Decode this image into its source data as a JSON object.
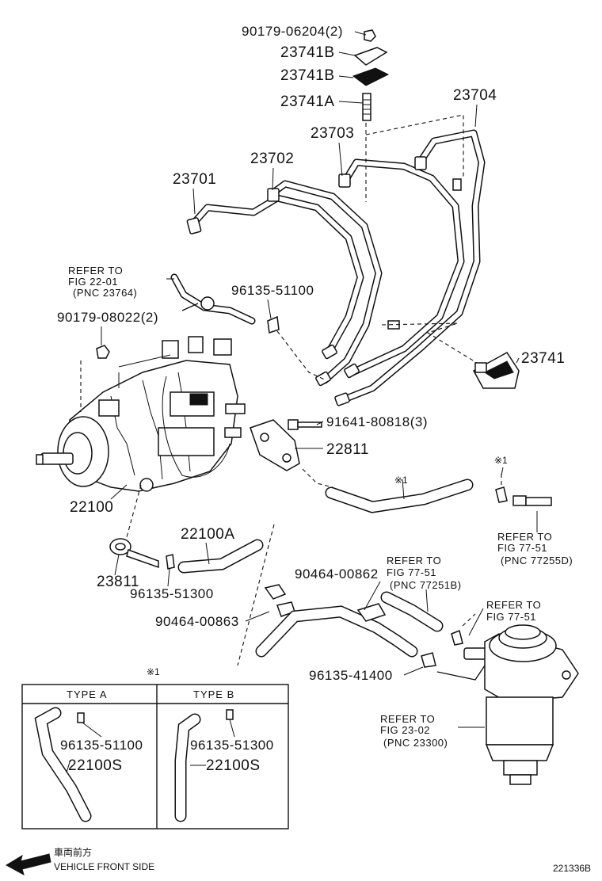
{
  "labels": {
    "p90179_06204": "90179-06204(2)",
    "p23741B_1": "23741B",
    "p23741B_2": "23741B",
    "p23741A": "23741A",
    "p23704": "23704",
    "p23703": "23703",
    "p23702": "23702",
    "p23701": "23701",
    "p96135_51100": "96135-51100",
    "p90179_08022": "90179-08022(2)",
    "p23741": "23741",
    "p91641_80818": "91641-80818(3)",
    "p22811": "22811",
    "p22100": "22100",
    "p22100A": "22100A",
    "p23811": "23811",
    "p96135_51300": "96135-51300",
    "p90464_00862": "90464-00862",
    "p90464_00863": "90464-00863",
    "p96135_41400": "96135-41400",
    "mark1_a": "※1",
    "mark1_b": "※1",
    "mark1_c": "※1"
  },
  "refs": {
    "ref_22_01": {
      "line1": "REFER TO",
      "line2": "FIG 22-01",
      "line3": "(PNC 23764)"
    },
    "ref_77_51_a": {
      "line1": "REFER TO",
      "line2": "FIG 77-51",
      "line3": "(PNC 77255D)"
    },
    "ref_77_51_b": {
      "line1": "REFER TO",
      "line2": "FIG 77-51",
      "line3": "(PNC 77251B)"
    },
    "ref_77_51_c": {
      "line1": "REFER TO",
      "line2": "FIG 77-51"
    },
    "ref_23_02": {
      "line1": "REFER TO",
      "line2": "FIG 23-02",
      "line3": "(PNC 23300)"
    }
  },
  "inset": {
    "mark": "※1",
    "type_a": {
      "title": "TYPE A",
      "part1": "96135-51100",
      "part2": "22100S"
    },
    "type_b": {
      "title": "TYPE B",
      "part1": "96135-51300",
      "part2": "22100S"
    }
  },
  "footer": {
    "jp_label": "車両前方",
    "front_label": "VEHICLE FRONT SIDE",
    "drawing_number": "221336B"
  }
}
